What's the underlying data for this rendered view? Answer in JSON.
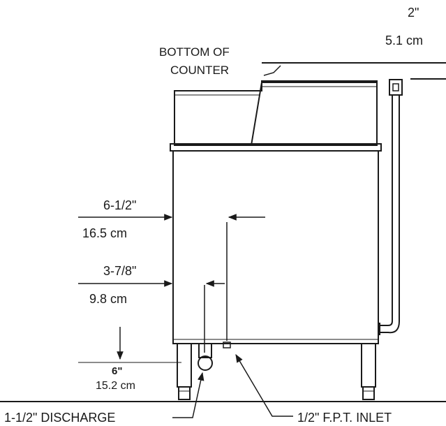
{
  "top_dimension": {
    "imperial": "2\"",
    "metric": "5.1 cm"
  },
  "counter_label": {
    "line1": "BOTTOM OF",
    "line2": "COUNTER"
  },
  "dim_inlet_offset": {
    "imperial": "6-1/2\"",
    "metric": "16.5 cm"
  },
  "dim_discharge_offset": {
    "imperial": "3-7/8\"",
    "metric": "9.8 cm"
  },
  "dim_discharge_height": {
    "imperial": "6\"",
    "metric": "15.2 cm"
  },
  "callouts": {
    "discharge": "1-1/2\" DISCHARGE",
    "inlet": "1/2\" F.P.T. INLET"
  }
}
